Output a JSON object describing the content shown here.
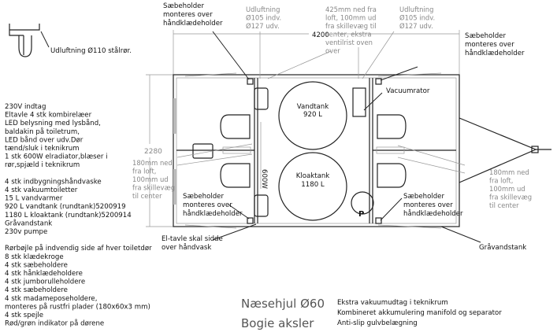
{
  "top_left": {
    "label": "Udluftning Ø110 stålrør."
  },
  "spec_list": [
    "230V indtag",
    "Eltavle 4 stk kombirelæer",
    "LED belysning med lysbånd,",
    "baldakin på toiletrum,",
    "LED bånd over udv.Dør",
    "tænd/sluk i teknikrum",
    "1 stk 600W elradiator,blæser i",
    "rør,spjæld i teknikrum",
    "",
    "4 stk indbygningshåndvaske",
    "4 stk vakuumtoiletter",
    "15 L vandvarmer",
    "920 L vandtank (rundtank)5200919",
    "1180 L kloaktank (rundtank)5200914",
    "Gråvandstank",
    "230v pumpe",
    "",
    "Rørbøjle på indvendig side af hver toiletdør",
    "8 stk klædekroge",
    "4 stk sæbeholdere",
    "4 stk hånklædeholdere",
    "4 stk jumborulleholdere",
    "4 stk sæbeholdere",
    "4 stk madameposeholdere,",
    "monteres på rustfri plader (180x60x3 mm)",
    "4 stk spejle",
    "Rød/grøn indikator på dørene"
  ],
  "dimensions": {
    "length": "4200",
    "width": "2280"
  },
  "annotations": {
    "soap_top_left": [
      "Sæbeholder",
      "monteres over",
      "håndklædeholder"
    ],
    "vent_left": [
      "Udluftning",
      "Ø105 indv.",
      "Ø127 udv."
    ],
    "vent_note": [
      "425mm ned fra",
      "loft, 100mm ud",
      "fra skillevæg til",
      "center, ekstra",
      "ventilrist oven",
      "over"
    ],
    "vent_right": [
      "Udluftning",
      "Ø105 indv.",
      "Ø127 udv."
    ],
    "soap_top_right": [
      "Sæbeholder",
      "monteres over",
      "håndklædeholder"
    ],
    "vacuum": "Vacuumrator",
    "mount_left": [
      "180mm ned",
      "fra loft,",
      "100mm ud",
      "fra skillevæg",
      "til center"
    ],
    "mount_right": [
      "180mm ned",
      "fra loft,",
      "100mm ud",
      "fra skillevæg",
      "til center"
    ],
    "soap_bottom_left": [
      "Sæbeholder",
      "monteres over",
      "håndklædeholder"
    ],
    "soap_bottom_right": [
      "Sæbeholder",
      "monteres over",
      "håndklædeholder"
    ],
    "eltavle": [
      "El-tavle skal sidde",
      "over håndvask"
    ],
    "greywater": "Gråvandstank",
    "heater": "600W",
    "water_tank": [
      "Vandtank",
      "920 L"
    ],
    "sewage_tank": [
      "Kloaktank",
      "1180 L"
    ],
    "pump": "P"
  },
  "footer": {
    "wheel": "Næsehjul Ø60",
    "axle": "Bogie aksler",
    "notes": [
      "Ekstra vakuumudtag i teknikrum",
      "Kombineret akkumulering manifold og separator",
      "Anti-slip gulvbelægning"
    ]
  }
}
